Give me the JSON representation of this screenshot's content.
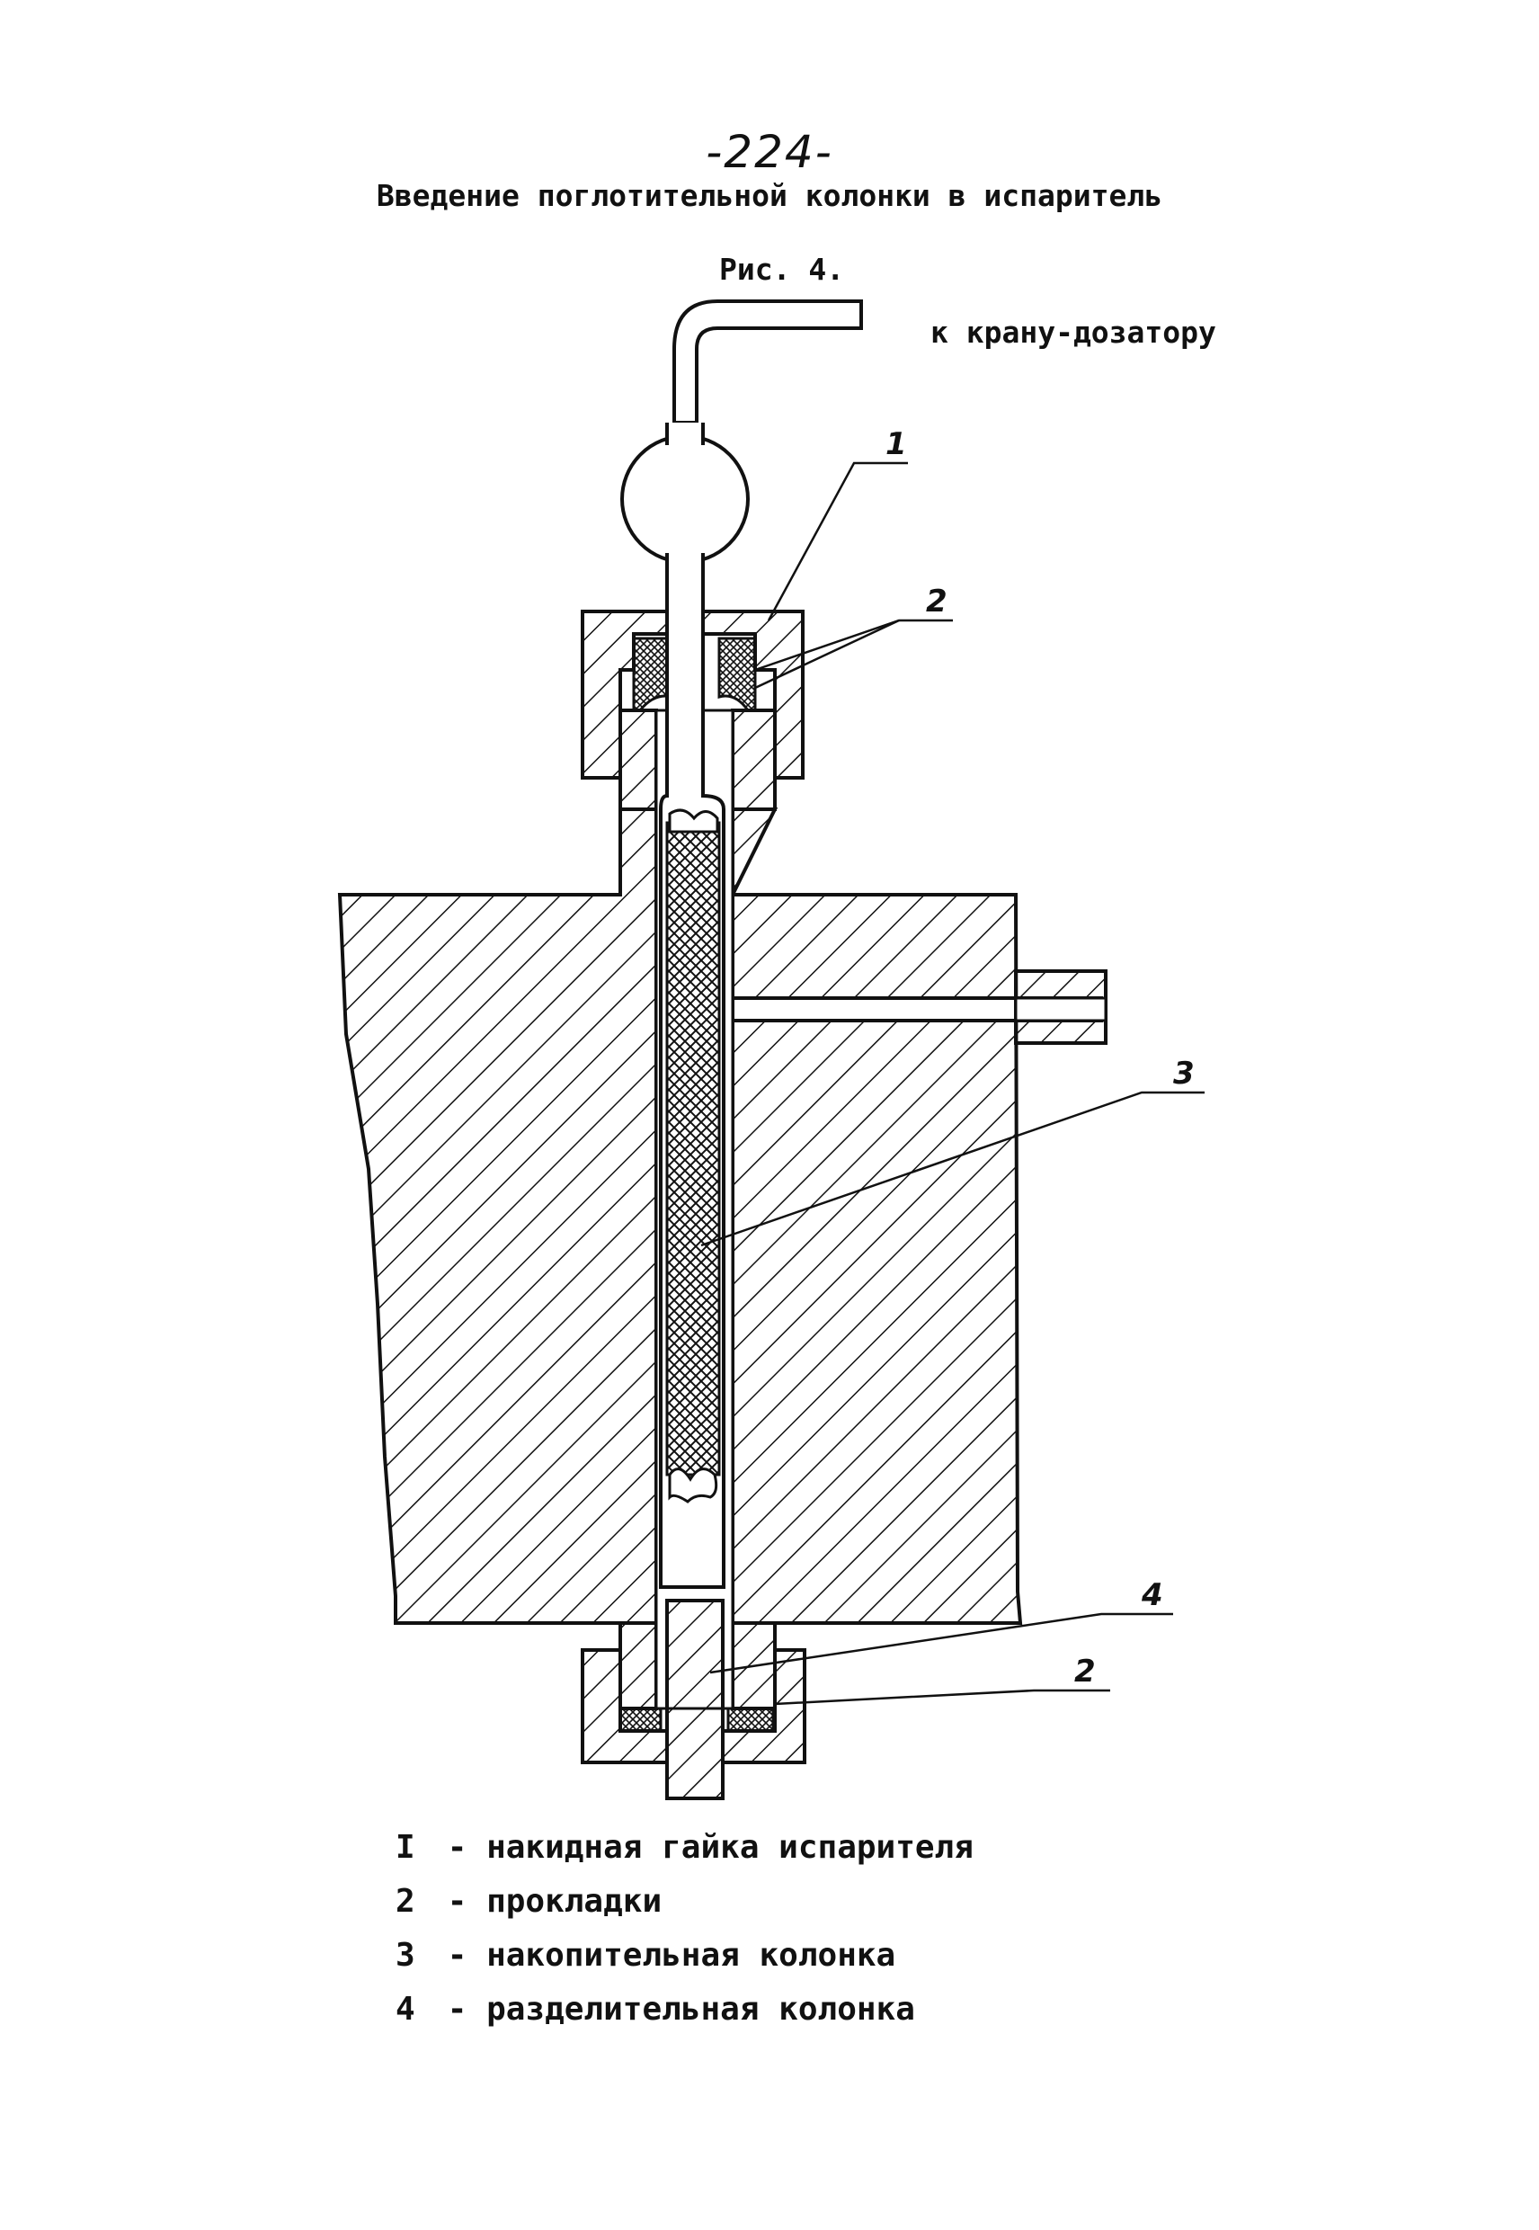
{
  "header": {
    "page_number": "-224-",
    "title": "Введение поглотительной колонки в испаритель",
    "figure_label": "Рис. 4."
  },
  "diagram": {
    "outlet_label": "к крану-дозатору",
    "callouts": [
      "1",
      "2",
      "3",
      "4",
      "2"
    ]
  },
  "legend": [
    {
      "num": "I",
      "sep": "-",
      "text": "накидная гайка испарителя"
    },
    {
      "num": "2",
      "sep": "-",
      "text": "прокладки"
    },
    {
      "num": "3",
      "sep": "-",
      "text": "накопительная колонка"
    },
    {
      "num": "4",
      "sep": "-",
      "text": "разделительная колонка"
    }
  ]
}
